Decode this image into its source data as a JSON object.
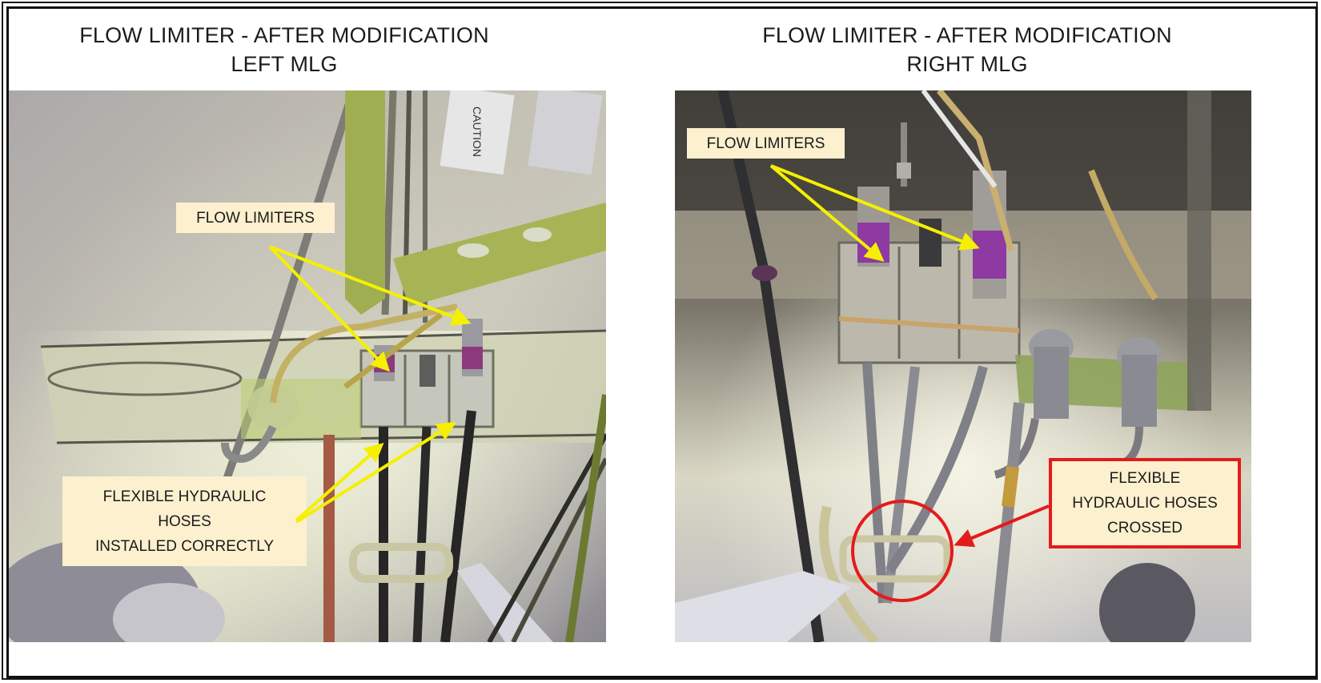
{
  "panels": [
    {
      "id": "left",
      "title_line1": "FLOW LIMITER - AFTER MODIFICATION",
      "title_line2": "LEFT MLG",
      "photo_sticker_text": "CAUTION",
      "callouts": [
        {
          "id": "flow-limiters",
          "lines": [
            "FLOW LIMITERS"
          ],
          "style": "plain"
        },
        {
          "id": "hoses-correct",
          "lines": [
            "FLEXIBLE HYDRAULIC",
            "HOSES",
            "INSTALLED CORRECTLY"
          ],
          "style": "plain"
        }
      ]
    },
    {
      "id": "right",
      "title_line1": "FLOW LIMITER - AFTER MODIFICATION",
      "title_line2": "RIGHT MLG",
      "callouts": [
        {
          "id": "flow-limiters",
          "lines": [
            "FLOW LIMITERS"
          ],
          "style": "plain"
        },
        {
          "id": "hoses-crossed",
          "lines": [
            "FLEXIBLE",
            "HYDRAULIC HOSES",
            "CROSSED"
          ],
          "style": "red-border"
        }
      ]
    }
  ],
  "colors": {
    "callout_fill": "#fdf0cf",
    "arrow_yellow": "#f5f000",
    "highlight_red": "#e41b1b",
    "frame": "#111111"
  }
}
